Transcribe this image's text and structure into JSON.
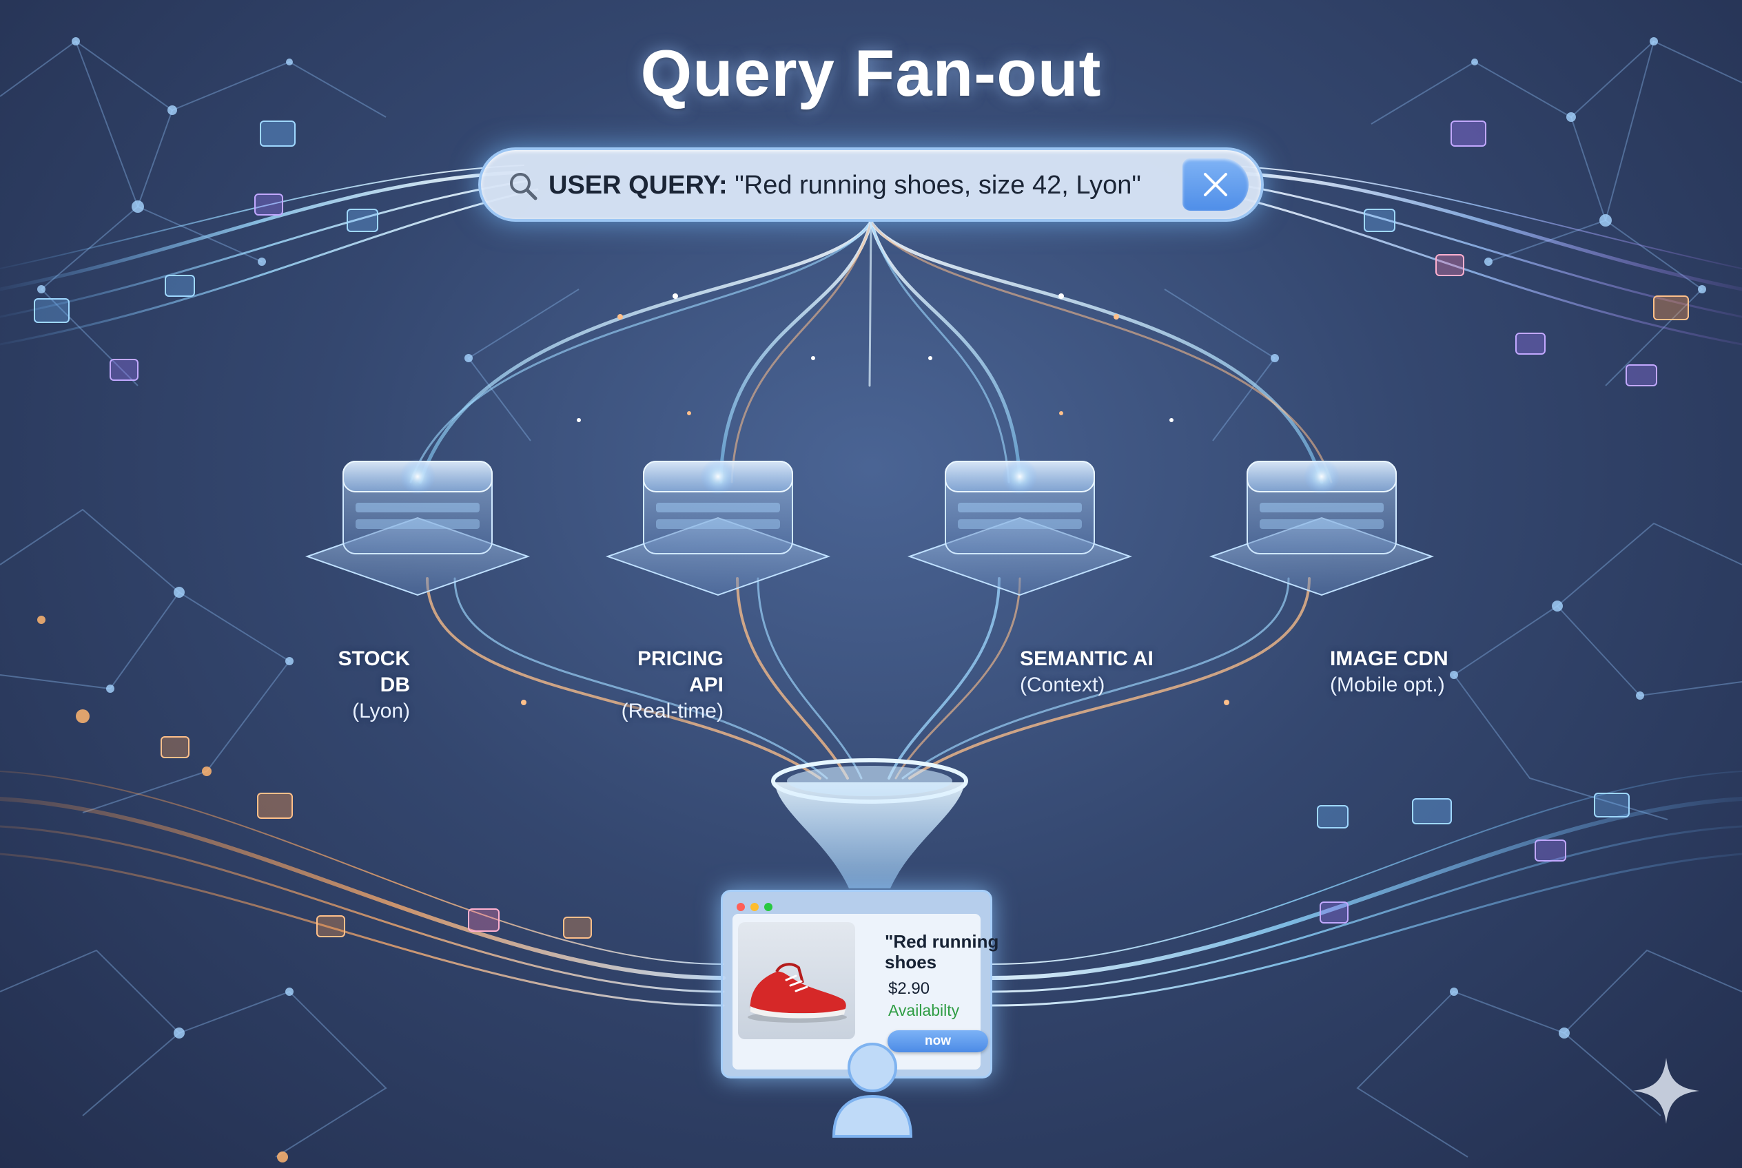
{
  "title": "Query Fan-out",
  "search": {
    "label": "USER QUERY:",
    "query": "\"Red running shoes, size 42, Lyon\""
  },
  "nodes": [
    {
      "name": "STOCK DB",
      "detail": "(Lyon)"
    },
    {
      "name": "PRICING API",
      "detail": "(Real-time)"
    },
    {
      "name": "SEMANTIC AI",
      "detail": "(Context)"
    },
    {
      "name": "IMAGE CDN",
      "detail": "(Mobile opt.)"
    }
  ],
  "result": {
    "title": "\"Red running shoes",
    "price": "$2.90",
    "availability": "Availabilty",
    "button": "now"
  },
  "colors": {
    "accent": "#4f8ee8",
    "stream_cool": "#7fd0ff",
    "stream_warm": "#ffb066",
    "availability": "#2f9d44",
    "shoe": "#d62828"
  },
  "icons": [
    "search-icon",
    "close-icon",
    "user-avatar-icon",
    "sparkle-icon",
    "server-icon",
    "funnel-icon"
  ]
}
